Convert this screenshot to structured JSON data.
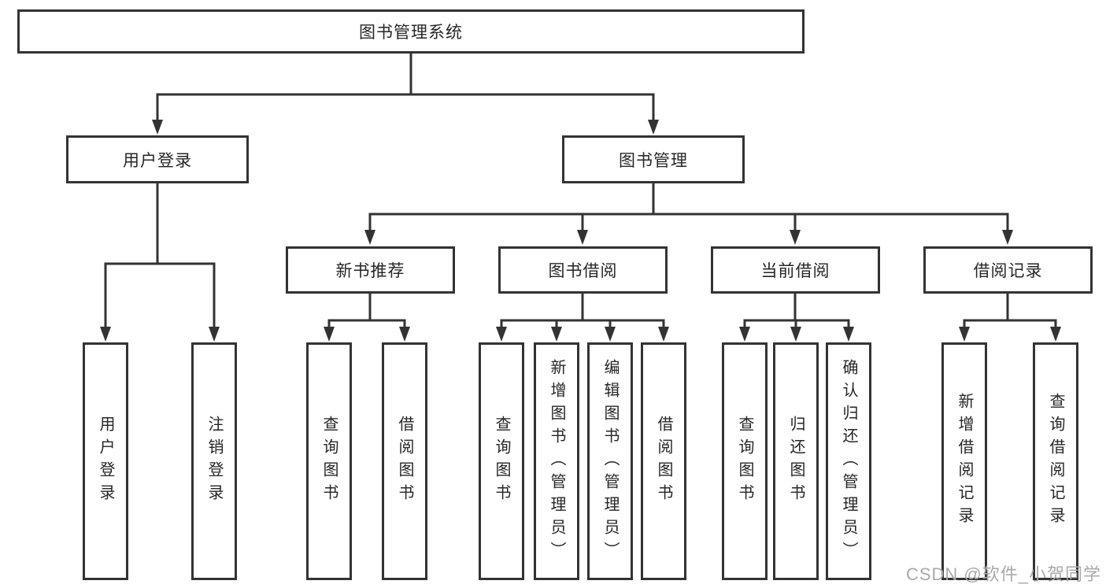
{
  "tree": {
    "root": {
      "label": "图书管理系统"
    },
    "branches": [
      {
        "label": "用户登录",
        "children": [
          "用户登录",
          "注销登录"
        ]
      },
      {
        "label": "图书管理",
        "sections": [
          {
            "label": "新书推荐",
            "children": [
              "查询图书",
              "借阅图书"
            ]
          },
          {
            "label": "图书借阅",
            "children": [
              "查询图书",
              "新增图书（管理员）",
              "编辑图书（管理员）",
              "借阅图书"
            ]
          },
          {
            "label": "当前借阅",
            "children": [
              "查询图书",
              "归还图书",
              "确认归还（管理员）"
            ]
          },
          {
            "label": "借阅记录",
            "children": [
              "新增借阅记录",
              "查询借阅记录"
            ]
          }
        ]
      }
    ]
  },
  "watermark": "CSDN @软件_小贺同学",
  "colors": {
    "line": "#333333",
    "box_border": "#333333",
    "text": "#262626",
    "watermark": "#a9a9a9",
    "background": "#ffffff"
  }
}
